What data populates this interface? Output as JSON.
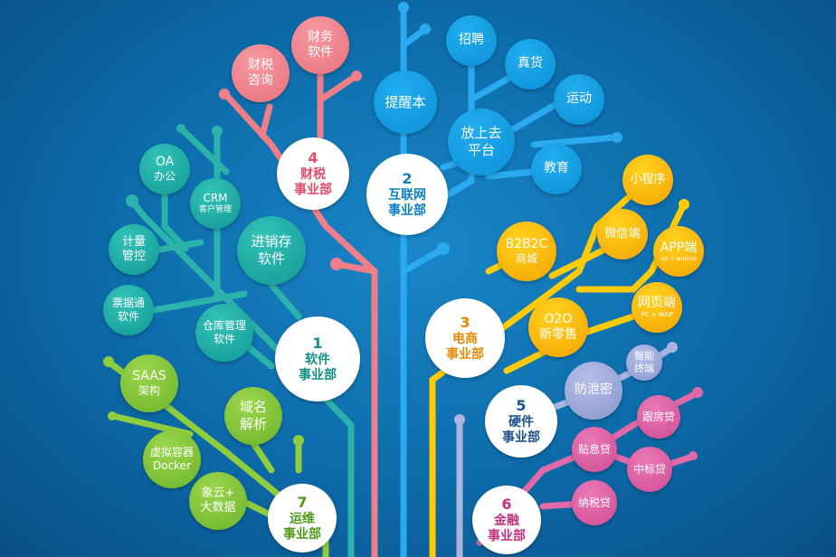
{
  "colors": {
    "software": "#1aa7a0",
    "tax": "#ee7f88",
    "internet": "#1a9be0",
    "ecommerce": "#f5b800",
    "hardware": "#9aa6d8",
    "finance": "#d6559a",
    "ops": "#7cbf3a"
  },
  "departments": [
    {
      "num": "1",
      "line1": "软件",
      "line2": "事业部"
    },
    {
      "num": "2",
      "line1": "互联网",
      "line2": "事业部"
    },
    {
      "num": "3",
      "line1": "电商",
      "line2": "事业部"
    },
    {
      "num": "4",
      "line1": "财税",
      "line2": "事业部"
    },
    {
      "num": "5",
      "line1": "硬件",
      "line2": "事业部"
    },
    {
      "num": "6",
      "line1": "金融",
      "line2": "事业部"
    },
    {
      "num": "7",
      "line1": "运维",
      "line2": "事业部"
    }
  ],
  "software": [
    {
      "l1": "进销存",
      "l2": "软件"
    },
    {
      "l1": "仓库管理",
      "l2": "软件"
    },
    {
      "l1": "CRM",
      "l2": "客户管理"
    },
    {
      "l1": "OA",
      "l2": "办公"
    },
    {
      "l1": "计量",
      "l2": "管控"
    },
    {
      "l1": "票据通",
      "l2": "软件"
    }
  ],
  "tax": [
    {
      "l1": "财税",
      "l2": "咨询"
    },
    {
      "l1": "财务",
      "l2": "软件"
    }
  ],
  "internet": [
    {
      "l1": "提醒本"
    },
    {
      "l1": "招聘"
    },
    {
      "l1": "真货"
    },
    {
      "l1": "运动"
    },
    {
      "l1": "放上去",
      "l2": "平台"
    },
    {
      "l1": "教育"
    }
  ],
  "ecommerce": [
    {
      "l1": "B2B2C",
      "l2": "商城"
    },
    {
      "l1": "小程序"
    },
    {
      "l1": "微信端"
    },
    {
      "l1": "APP端",
      "l2": "ios + android"
    },
    {
      "l1": "网页端",
      "l2": "PC + WAP"
    },
    {
      "l1": "O2O",
      "l2": "新零售"
    }
  ],
  "hardware": [
    {
      "l1": "防泄密"
    },
    {
      "l1": "智能",
      "l2": "终端"
    }
  ],
  "finance": [
    {
      "l1": "跟房贷"
    },
    {
      "l1": "贴息贷"
    },
    {
      "l1": "中标贷"
    },
    {
      "l1": "纳税贷"
    }
  ],
  "ops": [
    {
      "l1": "SAAS",
      "l2": "架构"
    },
    {
      "l1": "域名",
      "l2": "解析"
    },
    {
      "l1": "虚拟容器",
      "l2": "Docker"
    },
    {
      "l1": "象云+",
      "l2": "大数据"
    }
  ]
}
